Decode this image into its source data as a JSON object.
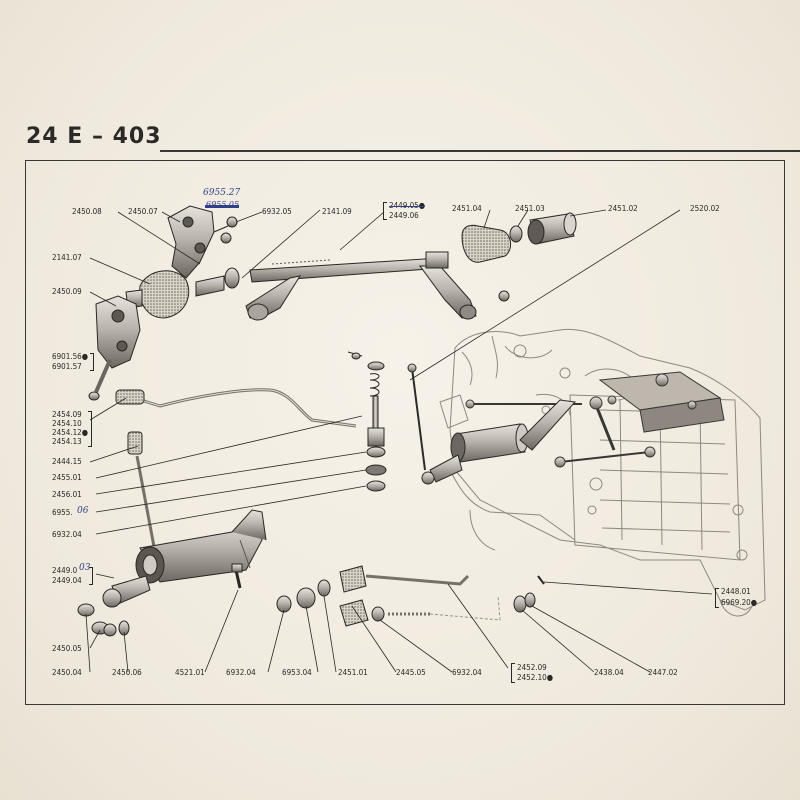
{
  "header": {
    "title": "24 E  –  403"
  },
  "labels": {
    "l_2450_08": "2450.08",
    "l_2450_07": "2450.07",
    "l_6932_05": "6932.05",
    "l_2141_09": "2141.09",
    "l_2449_05": "2449.05●",
    "l_2449_06": "2449.06",
    "l_2451_04": "2451.04",
    "l_2451_03": "2451.03",
    "l_2451_02": "2451.02",
    "l_2520_02": "2520.02",
    "l_2141_07": "2141.07",
    "l_2450_09": "2450.09",
    "l_6901_56": "6901.56●",
    "l_6901_57": "6901.57",
    "l_2454_09": "2454.09",
    "l_2454_10": "2454.10",
    "l_2454_12": "2454.12●",
    "l_2454_13": "2454.13",
    "l_2444_15": "2444.15",
    "l_2455_01": "2455.01",
    "l_2456_01": "2456.01",
    "l_6955_prefix": "6955.",
    "l_6932_04a": "6932.04",
    "l_2449_0x": "2449.0",
    "l_2449_04": "2449.04",
    "l_2448_01": "2448.01",
    "l_6969_20": "6969.20●",
    "l_2450_05": "2450.05",
    "l_2450_04": "2450.04",
    "l_2450_06": "2450.06",
    "l_4521_01": "4521.01",
    "l_6932_04b": "6932.04",
    "l_6953_04": "6953.04",
    "l_2451_01": "2451.01",
    "l_2445_05": "2445.05",
    "l_6932_04c": "6932.04",
    "l_2452_09": "2452.09",
    "l_2452_10": "2452.10●",
    "l_2438_04": "2438.04",
    "l_2447_02": "2447.02"
  },
  "handwritten": {
    "h_6955_27": "6955.27",
    "h_6955_old": "6955.05",
    "h_06": "06",
    "h_03": "03"
  },
  "colors": {
    "paper": "#f1ece1",
    "ink": "#2a2826",
    "handwriting": "#2f3f8a"
  }
}
